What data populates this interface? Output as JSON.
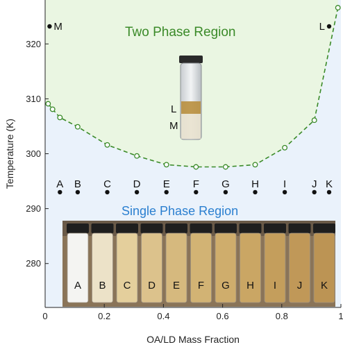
{
  "chart_data": {
    "type": "scatter",
    "title": "",
    "xlabel": "OA/LD Mass Fraction",
    "ylabel": "Temperature (K)",
    "xlim": [
      0,
      1.0
    ],
    "ylim": [
      272,
      328
    ],
    "xticks": [
      0,
      0.2,
      0.4,
      0.6,
      0.8,
      1
    ],
    "xtick_labels": [
      "0",
      "0.2",
      "0.4",
      "0.6",
      "0.8",
      "1"
    ],
    "yticks": [
      280,
      290,
      300,
      310,
      320
    ],
    "ytick_labels": [
      "280",
      "290",
      "300",
      "310",
      "320"
    ],
    "grid": false,
    "series": [
      {
        "style": "open-circle-dashed",
        "color": "#3a8a28",
        "x": [
          0.01,
          0.025,
          0.05,
          0.11,
          0.21,
          0.31,
          0.41,
          0.51,
          0.61,
          0.71,
          0.81,
          0.91,
          0.99
        ],
        "y": [
          309.1,
          308.1,
          306.6,
          304.9,
          301.6,
          299.6,
          298.0,
          297.6,
          297.6,
          298.0,
          301.1,
          306.1,
          326.6
        ]
      }
    ],
    "sample_points": {
      "labels": [
        "A",
        "B",
        "C",
        "D",
        "E",
        "F",
        "G",
        "H",
        "I",
        "J",
        "K"
      ],
      "x": [
        0.05,
        0.11,
        0.21,
        0.31,
        0.41,
        0.51,
        0.61,
        0.71,
        0.81,
        0.91,
        0.96
      ],
      "y": [
        293,
        293,
        293,
        293,
        293,
        293,
        293,
        293,
        293,
        293,
        293
      ]
    },
    "phase_points": [
      {
        "label": "M",
        "x": 0.015,
        "y": 323.2
      },
      {
        "label": "L",
        "x": 0.96,
        "y": 323.2
      }
    ],
    "annotations": {
      "two_phase": "Two Phase Region",
      "single_phase": "Single Phase Region"
    },
    "inset_vial_labels": [
      "L",
      "M"
    ],
    "inset_row_labels": [
      "A",
      "B",
      "C",
      "D",
      "E",
      "F",
      "G",
      "H",
      "I",
      "J",
      "K"
    ],
    "colors": {
      "two_phase_fill": "#eaf6e2",
      "single_phase_fill": "#eaf2fb",
      "curve": "#3a8a28",
      "two_phase_text": "#3a8a28",
      "single_phase_text": "#2a7fd0"
    }
  }
}
